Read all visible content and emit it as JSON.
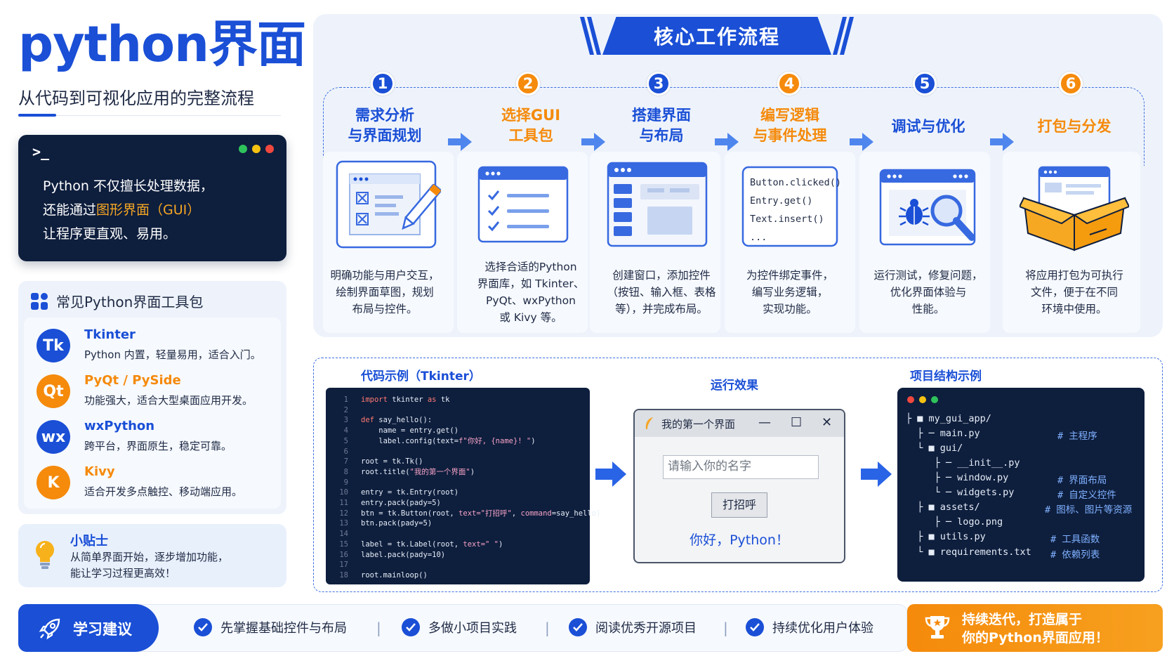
{
  "header": {
    "title": "python界面",
    "subtitle": "从代码到可视化应用的完整流程"
  },
  "terminal": {
    "prompt": ">_",
    "line1_a": "Python ",
    "line1_b": "不仅擅长处理数据，",
    "line2_a": "还能通过",
    "line2_hl": "图形界面（GUI）",
    "line3": "让程序更直观、易用。"
  },
  "toolkits": {
    "heading": "常见Python界面工具包",
    "items": [
      {
        "badge": "Tk",
        "name": "Tkinter",
        "desc": "Python 内置，轻量易用，适合入门。",
        "color": "#1a4fd6",
        "name_color": "#1a4fd6"
      },
      {
        "badge": "Qt",
        "name": "PyQt / PySide",
        "desc": "功能强大，适合大型桌面应用开发。",
        "color": "#f58a0b",
        "name_color": "#f58a0b"
      },
      {
        "badge": "wx",
        "name": "wxPython",
        "desc": "跨平台，界面原生，稳定可靠。",
        "color": "#1a4fd6",
        "name_color": "#1a4fd6"
      },
      {
        "badge": "K",
        "name": "Kivy",
        "desc": "适合开发多点触控、移动端应用。",
        "color": "#f58a0b",
        "name_color": "#f58a0b"
      }
    ]
  },
  "tip": {
    "title": "小贴士",
    "line1": "从简单界面开始，逐步增加功能，",
    "line2": "能让学习过程更高效！"
  },
  "workflow": {
    "banner": "核心工作流程",
    "steps": [
      {
        "num": "1",
        "title1": "需求分析",
        "title2": "与界面规划",
        "color": "#1a4fd6",
        "desc": [
          "明确功能与用户交互，",
          "绘制界面草图，规划",
          "布局与控件。"
        ]
      },
      {
        "num": "2",
        "title1": "选择GUI",
        "title2": "工具包",
        "color": "#f58a0b",
        "desc": [
          "选择合适的Python",
          "界面库，如 Tkinter、",
          "PyQt、wxPython",
          "或 Kivy 等。"
        ]
      },
      {
        "num": "3",
        "title1": "搭建界面",
        "title2": "与布局",
        "color": "#1a4fd6",
        "desc": [
          "创建窗口，添加控件",
          "（按钮、输入框、表格",
          "等），并完成布局。"
        ]
      },
      {
        "num": "4",
        "title1": "编写逻辑",
        "title2": "与事件处理",
        "color": "#f58a0b",
        "desc": [
          "为控件绑定事件，",
          "编写业务逻辑，",
          "实现功能。"
        ]
      },
      {
        "num": "5",
        "title1": "调试与优化",
        "title2": "",
        "color": "#1a4fd6",
        "desc": [
          "运行测试，修复问题，",
          "优化界面体验与",
          "性能。"
        ]
      },
      {
        "num": "6",
        "title1": "打包与分发",
        "title2": "",
        "color": "#f58a0b",
        "desc": [
          "将应用打包为可执行",
          "文件，便于在不同",
          "环境中使用。"
        ]
      }
    ],
    "step4_code": [
      "Button.clicked()",
      "Entry.get()",
      "Text.insert()",
      "..."
    ]
  },
  "examples": {
    "code_label": "代码示例（Tkinter）",
    "run_label": "运行效果",
    "tree_label": "项目结构示例",
    "code_lines": [
      {
        "n": "1",
        "parts": [
          [
            "kw",
            "import"
          ],
          [
            "tx",
            " tkinter "
          ],
          [
            "kw",
            "as"
          ],
          [
            "tx",
            " tk"
          ]
        ]
      },
      {
        "n": "2",
        "parts": []
      },
      {
        "n": "3",
        "parts": [
          [
            "kw",
            "def"
          ],
          [
            "tx",
            " say_hello():"
          ]
        ]
      },
      {
        "n": "4",
        "parts": [
          [
            "tx",
            "    name = entry.get()"
          ]
        ]
      },
      {
        "n": "5",
        "parts": [
          [
            "tx",
            "    label.config(text="
          ],
          [
            "st",
            "f\"你好, {name}! \""
          ],
          [
            "tx",
            ")"
          ]
        ]
      },
      {
        "n": "6",
        "parts": []
      },
      {
        "n": "7",
        "parts": [
          [
            "tx",
            "root = tk.Tk()"
          ]
        ]
      },
      {
        "n": "8",
        "parts": [
          [
            "tx",
            "root.title("
          ],
          [
            "st",
            "\"我的第一个界面\""
          ],
          [
            "tx",
            ")"
          ]
        ]
      },
      {
        "n": "9",
        "parts": []
      },
      {
        "n": "10",
        "parts": [
          [
            "tx",
            "entry = tk.Entry(root)"
          ]
        ]
      },
      {
        "n": "11",
        "parts": [
          [
            "tx",
            "entry.pack(pady=5)"
          ]
        ]
      },
      {
        "n": "12",
        "parts": [
          [
            "tx",
            "btn = tk.Button(root, "
          ],
          [
            "st",
            "text=\"打招呼\""
          ],
          [
            "tx",
            ", "
          ],
          [
            "st",
            "command"
          ],
          [
            "tx",
            "=say_hello)"
          ]
        ]
      },
      {
        "n": "13",
        "parts": [
          [
            "tx",
            "btn.pack(pady=5)"
          ]
        ]
      },
      {
        "n": "14",
        "parts": []
      },
      {
        "n": "15",
        "parts": [
          [
            "tx",
            "label = tk.Label(root, "
          ],
          [
            "st",
            "text=\" \""
          ],
          [
            "tx",
            ")"
          ]
        ]
      },
      {
        "n": "16",
        "parts": [
          [
            "tx",
            "label.pack(pady=10)"
          ]
        ]
      },
      {
        "n": "17",
        "parts": []
      },
      {
        "n": "18",
        "parts": [
          [
            "tx",
            "root.mainloop()"
          ]
        ]
      }
    ],
    "run": {
      "window_title": "我的第一个界面",
      "placeholder": "请输入你的名字",
      "button": "打招呼",
      "output": "你好，Python！"
    },
    "tree": [
      {
        "text": "├ ■ my_gui_app/",
        "comment": ""
      },
      {
        "text": "  ├ ─ main.py",
        "comment": "# 主程序"
      },
      {
        "text": "  └ ■ gui/",
        "comment": ""
      },
      {
        "text": "     ├ ─ __init__.py",
        "comment": ""
      },
      {
        "text": "     ├ ─ window.py",
        "comment": "# 界面布局"
      },
      {
        "text": "     └ ─ widgets.py",
        "comment": "# 自定义控件"
      },
      {
        "text": "  ├ ■ assets/",
        "comment": "# 图标、图片等资源"
      },
      {
        "text": "     ├ ─ logo.png",
        "comment": ""
      },
      {
        "text": "  ├ ■ utils.py",
        "comment": "# 工具函数"
      },
      {
        "text": "  └ ■ requirements.txt",
        "comment": "# 依赖列表"
      }
    ]
  },
  "bottom": {
    "learn_label": "学习建议",
    "items": [
      "先掌握基础控件与布局",
      "多做小项目实践",
      "阅读优秀开源项目",
      "持续优化用户体验"
    ],
    "separator": "|",
    "goal_line1": "持续迭代，打造属于",
    "goal_line2": "你的Python界面应用！"
  },
  "colors": {
    "primary": "#1a4fd6",
    "accent": "#f58a0b",
    "dark": "#0e1e3d"
  }
}
